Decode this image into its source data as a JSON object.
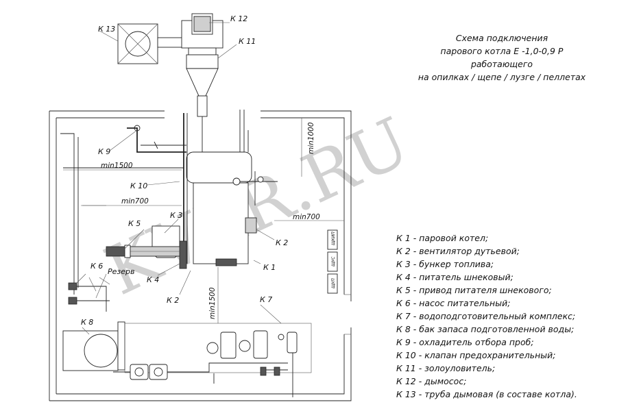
{
  "title": {
    "lines": [
      "Схема подключения",
      "парового котла Е -1,0-0,9 Р",
      "работающего",
      "на опилках / щепе / лузге / пеллетах"
    ]
  },
  "watermark": "KVZR.RU",
  "labels": {
    "k1": "К 1",
    "k2a": "К 2",
    "k2b": "К 2",
    "k3": "К 3",
    "k4": "К 4",
    "k5": "К 5",
    "k6": "К 6",
    "k7": "К 7",
    "k8": "К 8",
    "k9": "К 9",
    "k10": "К 10",
    "k11": "К 11",
    "k12": "К 12",
    "k13": "К 13",
    "reserve": "Резерв"
  },
  "dimensions": {
    "d1": "min1500",
    "d2": "min700",
    "d3": "min1000",
    "d4": "min700",
    "d5": "min1500"
  },
  "panels": [
    "ЩКИП",
    "ЩУС",
    "ЩУП"
  ],
  "legend": [
    "К 1 -  паровой котел;",
    "К 2 -  вентилятор дутьевой;",
    "К 3 -  бункер топлива;",
    "К 4 -  питатель шнековый;",
    "К 5 -  привод питателя шнекового;",
    "К 6 -  насос питательный;",
    "К 7 -  водоподготовительный комплекс;",
    "К 8 -  бак запаса подготовленной воды;",
    "К 9 -  охладитель отбора проб;",
    "К 10 -  клапан предохранительный;",
    "К 11 -  золоуловитель;",
    "К 12 -  дымосос;",
    "К 13 -  труба дымовая  (в составе котла)."
  ]
}
